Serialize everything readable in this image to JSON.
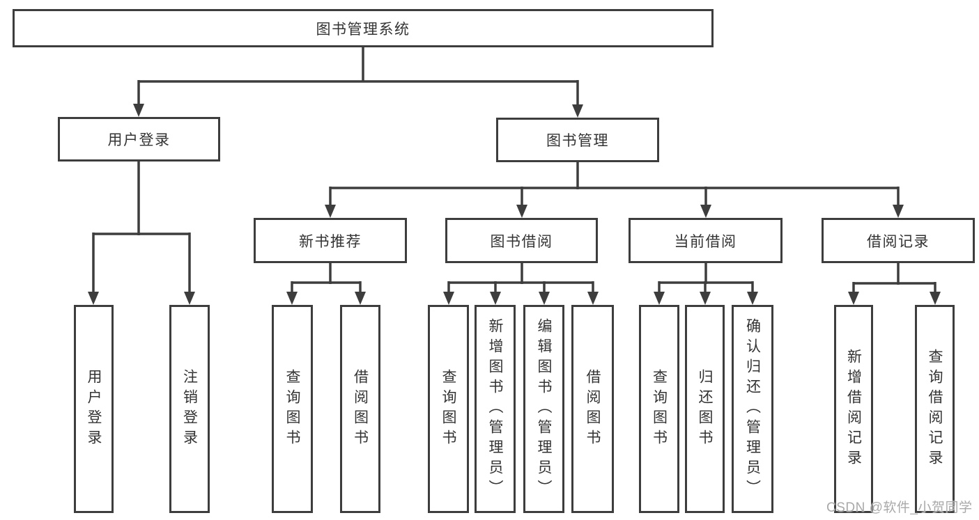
{
  "tree": {
    "label": "图书管理系统",
    "children": [
      {
        "label": "用户登录",
        "children": [
          {
            "label": "用户登录"
          },
          {
            "label": "注销登录"
          }
        ]
      },
      {
        "label": "图书管理",
        "children": [
          {
            "label": "新书推荐",
            "children": [
              {
                "label": "查询图书"
              },
              {
                "label": "借阅图书"
              }
            ]
          },
          {
            "label": "图书借阅",
            "children": [
              {
                "label": "查询图书"
              },
              {
                "label": "新增图书（管理员）"
              },
              {
                "label": "编辑图书（管理员）"
              },
              {
                "label": "借阅图书"
              }
            ]
          },
          {
            "label": "当前借阅",
            "children": [
              {
                "label": "查询图书"
              },
              {
                "label": "归还图书"
              },
              {
                "label": "确认归还（管理员）"
              }
            ]
          },
          {
            "label": "借阅记录",
            "children": [
              {
                "label": "新增借阅记录"
              },
              {
                "label": "查询借阅记录"
              }
            ]
          }
        ]
      }
    ]
  },
  "watermark": {
    "text": "CSDN @软件_小贺同学"
  },
  "colors": {
    "line": "#3d3d3d",
    "text": "#333333",
    "background": "#ffffff",
    "watermark": "#a9a9a9"
  }
}
